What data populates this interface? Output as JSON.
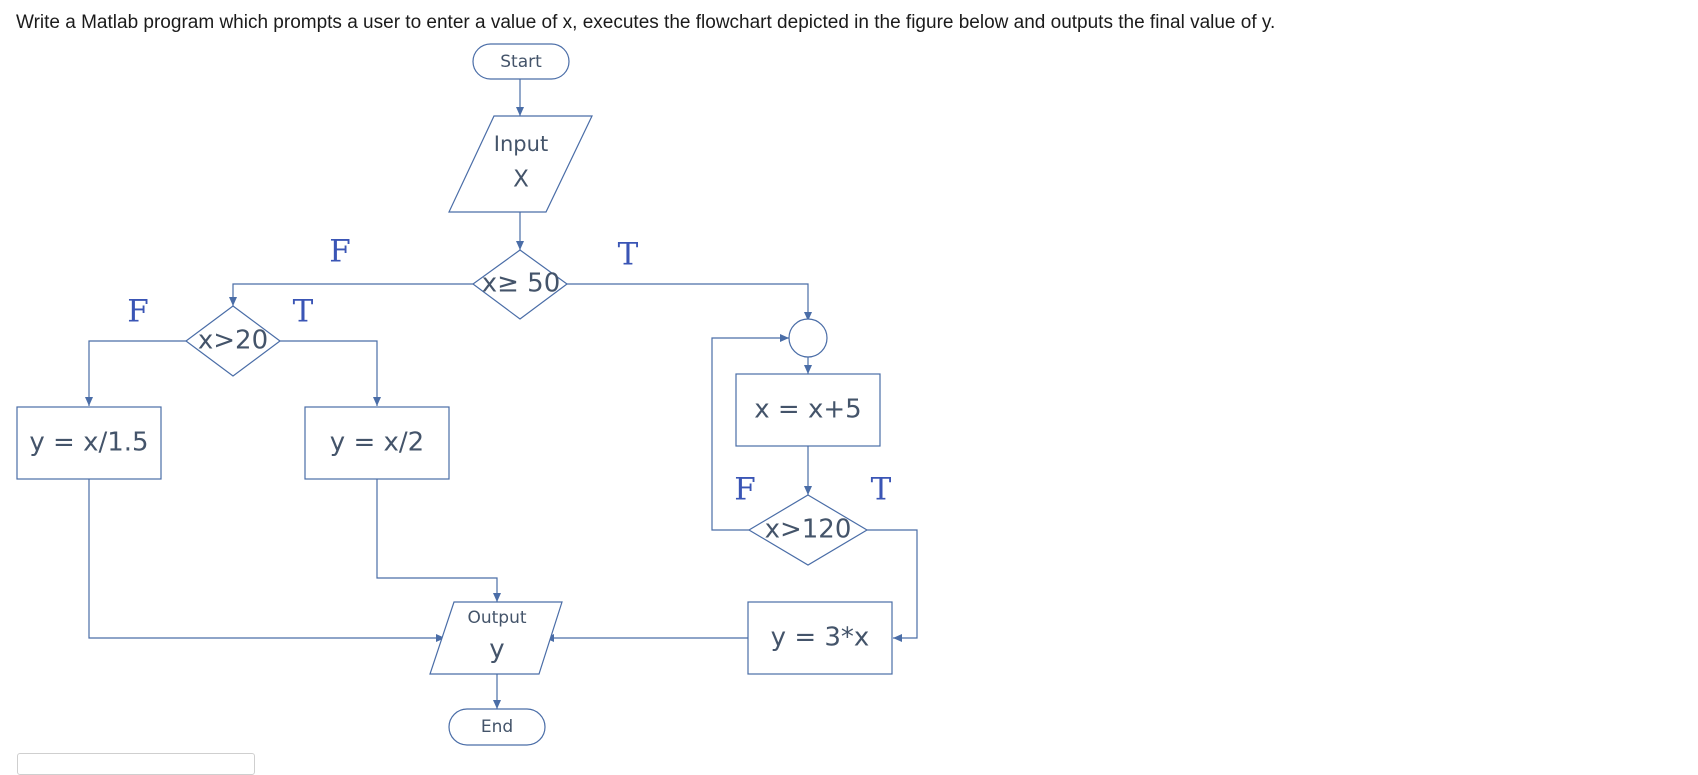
{
  "question": "Write a Matlab program which prompts a user to enter a value of x, executes the flowchart depicted in the figure below and outputs the final value of y.",
  "flowchart": {
    "start": "Start",
    "input_label": "Input",
    "input_var": "X",
    "cond_x_ge_50": "x≥ 50",
    "cond_x_gt_20": "x>20",
    "assign_y_x_over_1_5": "y = x/1.5",
    "assign_y_x_over_2": "y = x/2",
    "assign_x_plus_5": "x = x+5",
    "cond_x_gt_120": "x>120",
    "assign_y_3x": "y = 3*x",
    "output_label": "Output",
    "output_var": "y",
    "end": "End",
    "branches": {
      "ge50_false": "F",
      "ge50_true": "T",
      "gt20_false": "F",
      "gt20_true": "T",
      "gt120_false": "F",
      "gt120_true": "T"
    }
  },
  "colors": {
    "stroke": "#4a6da7",
    "node_text": "#44546a",
    "branch_text": "#3a55b5"
  }
}
